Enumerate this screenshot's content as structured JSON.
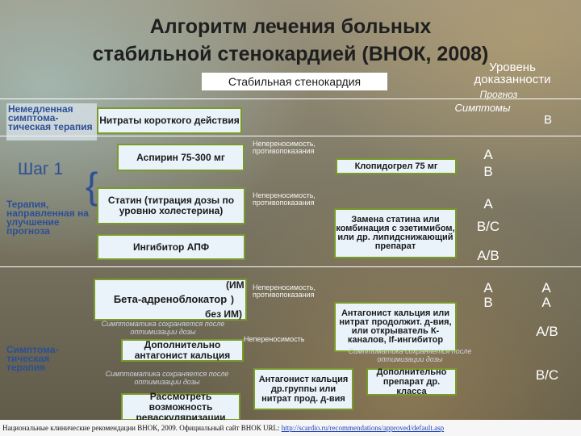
{
  "title": {
    "line1": "Алгоритм лечения больных",
    "line2": "стабильной стенокардией (ВНОК, 2008)"
  },
  "subtitle": "Стабильная стенокардия",
  "header": {
    "evidence_level": "Уровень доказанности",
    "prognosis": "Прогноз",
    "symptoms": "Симптомы"
  },
  "left": {
    "immediate_therapy": "Немедленная симптома-тическая терапия",
    "step1": "Шаг 1",
    "prognosis_therapy": "Терапия, направленная на улучшение прогноза",
    "symptomatic_therapy": "Симптома-тическая терапия"
  },
  "boxes": {
    "nitrates": "Нитраты короткого действия",
    "aspirin": "Аспирин 75-300 мг",
    "statin": "Статин (титрация дозы по уровню холестерина)",
    "ace": "Ингибитор АПФ",
    "beta_blocker": "Бета-адреноблокатор",
    "beta_note1": "(ИМ",
    "beta_note2": ")",
    "beta_note3": "без ИМ)",
    "add_ca": "Дополнительно антагонист кальция",
    "revasc": "Рассмотреть возможность реваскуляризации",
    "clopidogrel": "Клопидогрел 75 мг",
    "statin_replace": "Замена статина или комбинация с эзетимибом, или др. липидснижающий препарат",
    "ca_antagonist": "Антагонист кальция или нитрат продолжит. д-вия, или открыватель К-каналов, If-ингибитор",
    "ca_dihydro": "Антагонист кальция др.группы или нитрат прод. д-вия",
    "additional": "Дополнительно препарат др. класса"
  },
  "notes": {
    "intolerance1": "Непереносимость, противопоказания",
    "intolerance2": "Непереносимость, противопоказания",
    "intolerance3": "Непереносимость, противопоказания",
    "intolerance4": "Непереносимость",
    "persist1": "Симптоматика сохраняется после оптимизации дозы",
    "persist2": "Симптоматика сохраняется после оптимизации дозы",
    "persist3": "Симптоматика сохраняется после оптимизации дозы"
  },
  "levels": {
    "nitrates_sym": "B",
    "clopi_prog": "A",
    "clopi_sym": "B",
    "statin_prog1": "A",
    "statin_prog2": "B/C",
    "ace_prog": "A/B",
    "beta_prog1": "A",
    "beta_prog2": "B",
    "beta_sym1": "A",
    "beta_sym2": "A",
    "ca_sym": "A/B",
    "last_sym": "B/C"
  },
  "footer": {
    "text": "Национальные клинические рекомендации ВНОК, 2009. Официальный сайт ВНОК URL: ",
    "link": "http://scardio.ru/recommendations/approved/default.asp"
  }
}
